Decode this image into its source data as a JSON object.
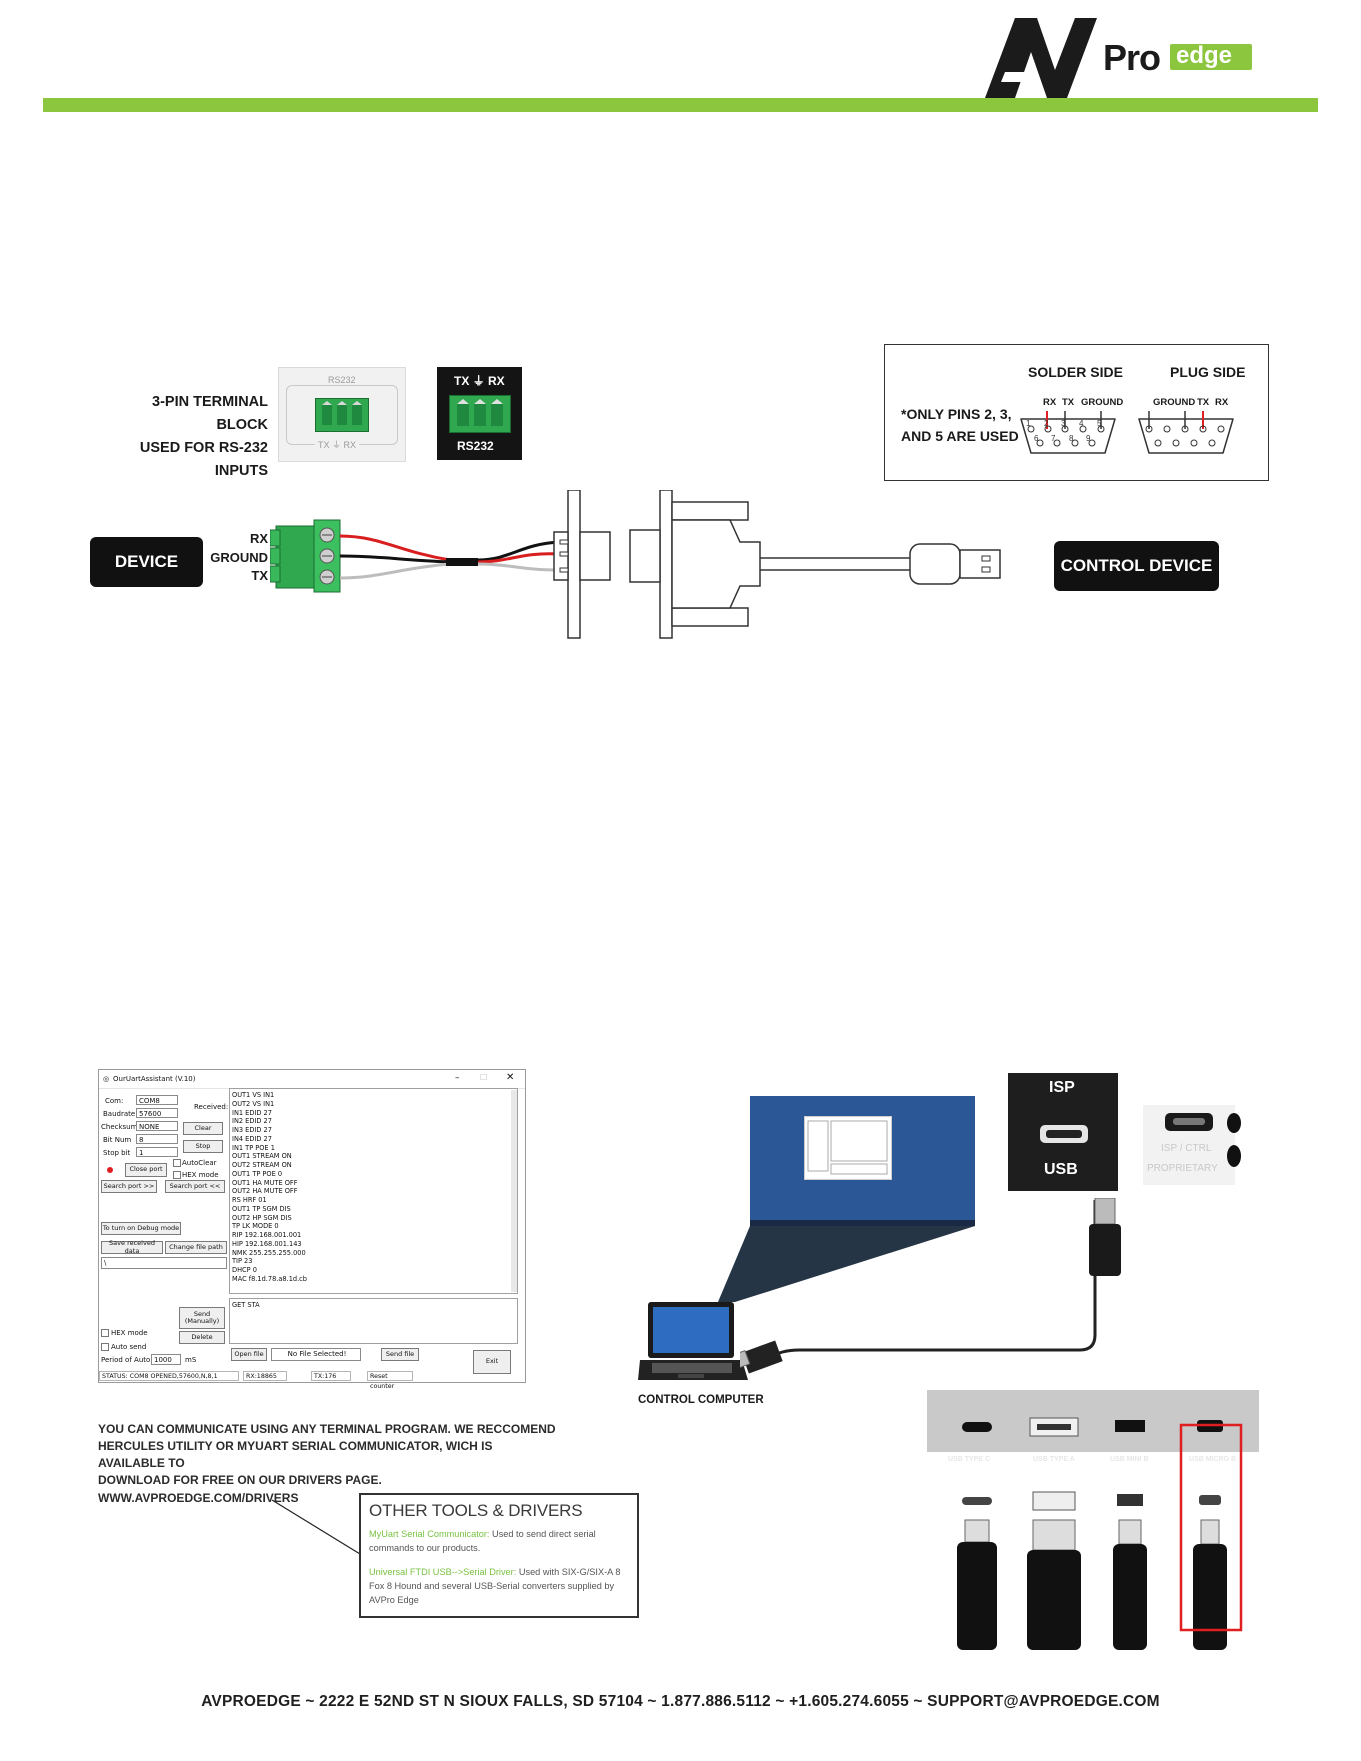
{
  "brand": {
    "logo_a": "A",
    "logo_v": "V",
    "logo_pro": "Pro",
    "logo_edge": "edge",
    "accent_color": "#8cc63f"
  },
  "terminal_block": {
    "caption_line1": "3-PIN TERMINAL BLOCK",
    "caption_line2": "USED FOR RS-232 INPUTS",
    "panel1_top": "RS232",
    "panel1_bottom": "TX ⏚ RX",
    "panel2_top": "TX ⏚ RX",
    "panel2_bottom": "RS232"
  },
  "db9": {
    "solder_side": "SOLDER SIDE",
    "plug_side": "PLUG SIDE",
    "note_line1": "*ONLY PINS 2, 3,",
    "note_line2": "AND 5 ARE USED",
    "solder_labels": [
      "RX",
      "TX",
      "GROUND"
    ],
    "plug_labels": [
      "GROUND",
      "TX",
      "RX"
    ],
    "pins_top": [
      "1",
      "2",
      "3",
      "4",
      "5"
    ],
    "pins_bottom": [
      "6",
      "7",
      "8",
      "9"
    ]
  },
  "wiring": {
    "device": "DEVICE",
    "control_device": "CONTROL DEVICE",
    "rx": "RX",
    "ground": "GROUND",
    "tx": "TX"
  },
  "app": {
    "title": "OurUartAssistant (V.10)",
    "com_label": "Com:",
    "com_value": "COM8",
    "baud_label": "Baudrate",
    "baud_value": "57600",
    "checksum_label": "Checksum",
    "checksum_value": "NONE",
    "bitnum_label": "Bit Num",
    "bitnum_value": "8",
    "stopbit_label": "Stop bit",
    "stopbit_value": "1",
    "received_label": "Received:",
    "clear": "Clear",
    "stop": "Stop",
    "close_port": "Close port",
    "auto_clear": "AutoClear",
    "hex_mode": "HEX mode",
    "search_port_fwd": "Search port >>",
    "search_port_back": "Search port <<",
    "debug_mode": "To turn on Debug mode",
    "save_received": "Save received data",
    "change_file_path": "Change file path",
    "path_value": "\\",
    "send_manually_1": "Send",
    "send_manually_2": "(Manually)",
    "delete": "Delete",
    "hex_mode2": "HEX mode",
    "auto_send": "Auto send",
    "period_label": "Period of Auto",
    "period_value": "1000",
    "period_unit": "mS",
    "open_file": "Open file",
    "no_file": "No File Selected!",
    "send_file": "Send file",
    "exit": "Exit",
    "status": "STATUS: COM8 OPENED,57600,N,8,1",
    "rx_count": "RX:18865",
    "tx_count": "TX:176",
    "reset_counter": "Reset counter",
    "received_lines": [
      "OUT1 VS IN1",
      "OUT2 VS IN1",
      "IN1 EDID 27",
      "IN2 EDID 27",
      "IN3 EDID 27",
      "IN4 EDID 27",
      "IN1 TP POE 1",
      "OUT1 STREAM ON",
      "OUT2 STREAM ON",
      "OUT1 TP POE 0",
      "OUT1 HA MUTE OFF",
      "OUT2 HA MUTE OFF",
      "RS HRF 01",
      "OUT1 TP SGM DIS",
      "OUT2 HP SGM DIS",
      "TP LK MODE 0",
      "RIP 192.168.001.001",
      "HIP 192.168.001.143",
      "NMK 255.255.255.000",
      "TIP 23",
      "DHCP 0",
      "MAC f8.1d.78.a8.1d.cb"
    ],
    "send_text": "GET STA"
  },
  "usb": {
    "isp": "ISP",
    "usb": "USB",
    "isp_ctrl": "ISP / CTRL",
    "proprietary": "PROPRIETARY",
    "control_computer": "CONTROL COMPUTER",
    "types": [
      "USB TYPE C",
      "USB TYPE A",
      "USB MINI B",
      "USB MICRO B"
    ],
    "highlight_color": "#e02020"
  },
  "info": {
    "line1": "YOU CAN COMMUNICATE USING ANY TERMINAL PROGRAM.  WE RECCOMEND",
    "line2": "HERCULES UTILITY OR MYUART SERIAL COMMUNICATOR, WICH IS AVAILABLE TO",
    "line3": "DOWNLOAD FOR FREE ON OUR DRIVERS PAGE.",
    "url": "WWW.AVPROEDGE.COM/DRIVERS"
  },
  "tools": {
    "heading": "OTHER TOOLS & DRIVERS",
    "item1_name": "MyUart Serial Communicator:",
    "item1_desc": " Used to send direct serial commands to our products.",
    "item2_name": "Universal FTDI USB-->Serial Driver:",
    "item2_desc": "  Used with SIX-G/SIX-A 8 Fox 8 Hound and several USB-Serial converters supplied by AVPro Edge"
  },
  "footer": {
    "text": "AVPROEDGE  ~  2222 E 52ND ST N SIOUX FALLS, SD 57104  ~  1.877.886.5112  ~  +1.605.274.6055  ~  SUPPORT@AVPROEDGE.COM"
  }
}
